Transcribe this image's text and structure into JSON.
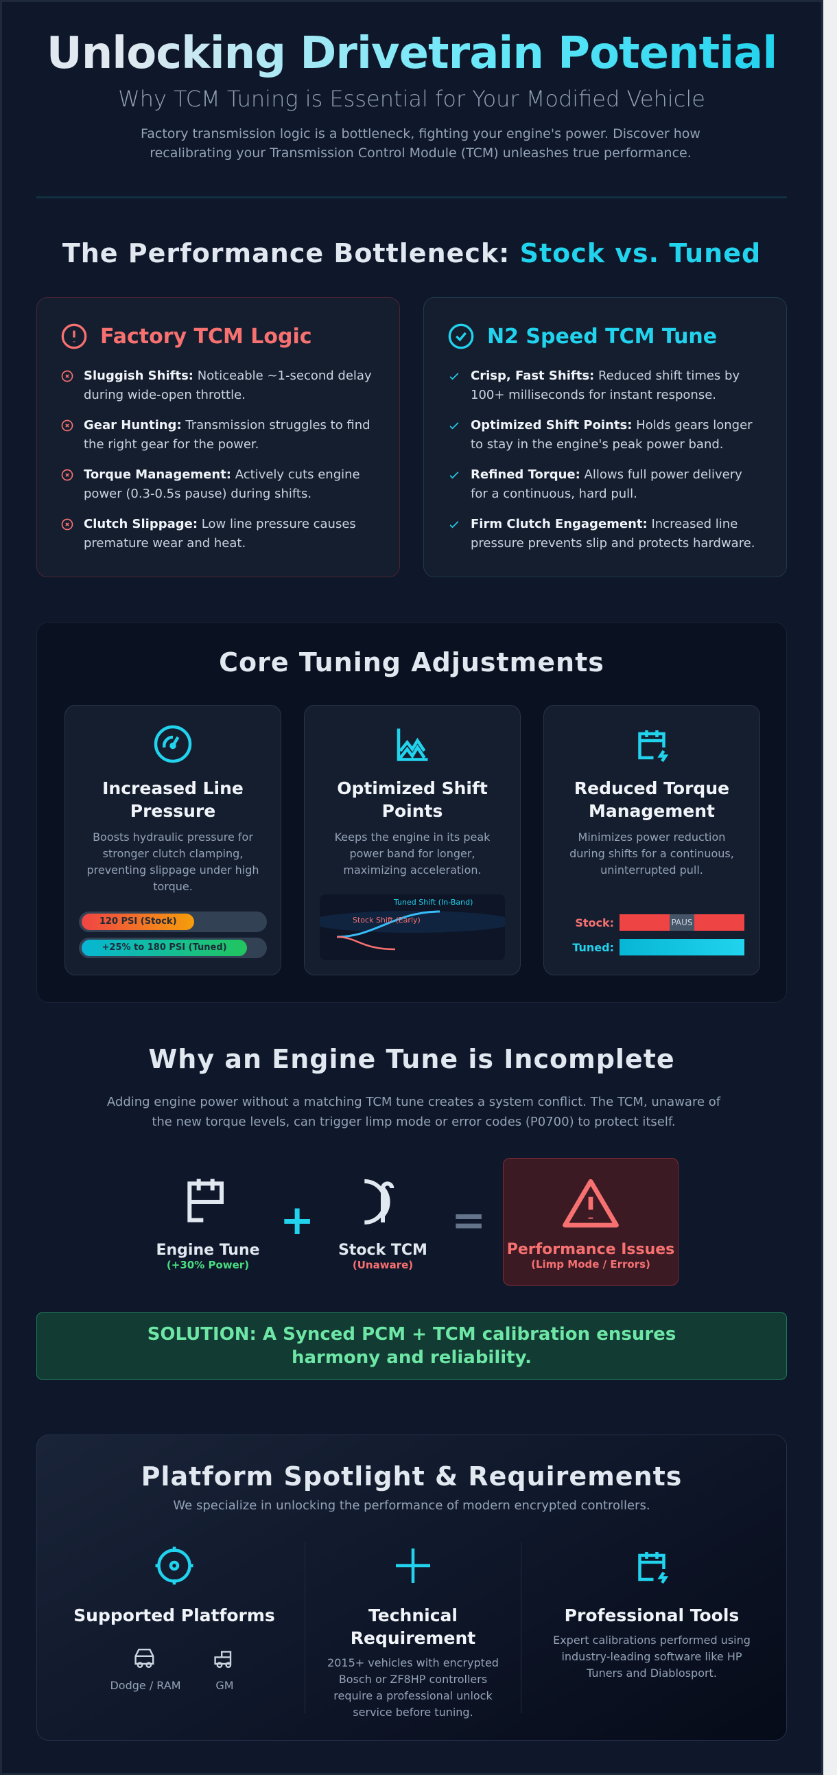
{
  "header": {
    "title": "Unlocking Drivetrain Potential",
    "subtitle": "Why TCM Tuning is Essential for Your Modified Vehicle",
    "intro": "Factory transmission logic is a bottleneck, fighting your engine's power. Discover how recalibrating your Transmission Control Module (TCM) unleashes true performance."
  },
  "comparison": {
    "heading": "The Performance Bottleneck: ",
    "heading_accent": "Stock vs. Tuned",
    "stock": {
      "title": "Factory TCM Logic",
      "icon": "alert-circle-icon",
      "items": [
        {
          "label": "Sluggish Shifts:",
          "text": " Noticeable ~1-second delay during wide-open throttle."
        },
        {
          "label": "Gear Hunting:",
          "text": " Transmission struggles to find the right gear for the power."
        },
        {
          "label": "Torque Management:",
          "text": " Actively cuts engine power (0.3-0.5s pause) during shifts."
        },
        {
          "label": "Clutch Slippage:",
          "text": " Low line pressure causes premature wear and heat."
        }
      ]
    },
    "tuned": {
      "title": "N2 Speed TCM Tune",
      "icon": "check-circle-icon",
      "items": [
        {
          "label": "Crisp, Fast Shifts:",
          "text": " Reduced shift times by 100+ milliseconds for instant response."
        },
        {
          "label": "Optimized Shift Points:",
          "text": " Holds gears longer to stay in the engine's peak power band."
        },
        {
          "label": "Refined Torque:",
          "text": " Allows full power delivery for a continuous, hard pull."
        },
        {
          "label": "Firm Clutch Engagement:",
          "text": " Increased line pressure prevents slip and protects hardware."
        }
      ]
    }
  },
  "core": {
    "heading": "Core Tuning Adjustments",
    "cards": [
      {
        "title": "Increased Line Pressure",
        "icon": "gauge-icon",
        "text": "Boosts hydraulic pressure for stronger clutch clamping, preventing slippage under high torque.",
        "bar_stock": "120 PSI (Stock)",
        "bar_tuned": "+25% to 180 PSI (Tuned)",
        "stock_fill": 0.6,
        "tuned_fill": 0.88
      },
      {
        "title": "Optimized Shift Points",
        "icon": "chart-icon",
        "text": "Keeps the engine in its peak power band for longer, maximizing acceleration.",
        "tuned_label": "Tuned Shift (In-Band)",
        "stock_label": "Stock Shift (Early)"
      },
      {
        "title": "Reduced Torque Management",
        "icon": "calendar-bolt-icon",
        "text": "Minimizes power reduction during shifts for a continuous, uninterrupted pull.",
        "stock_label": "Stock:",
        "pause_label": "PAUS",
        "tuned_label": "Tuned:"
      }
    ]
  },
  "why": {
    "heading": "Why an Engine Tune is Incomplete",
    "text": "Adding engine power without a matching TCM tune creates a system conflict. The TCM, unaware of the new torque levels, can trigger limp mode or error codes (P0700) to protect itself.",
    "engine": {
      "label": "Engine Tune",
      "sub": "(+30% Power)"
    },
    "plus": "+",
    "tcm": {
      "label": "Stock TCM",
      "sub": "(Unaware)"
    },
    "equals": "=",
    "result": {
      "label": "Performance Issues",
      "sub": "(Limp Mode / Errors)"
    },
    "solution": "SOLUTION: A Synced PCM + TCM calibration ensures harmony and reliability."
  },
  "platform": {
    "heading": "Platform Spotlight & Requirements",
    "sub": "We specialize in unlocking the performance of modern encrypted controllers.",
    "cols": [
      {
        "title": "Supported Platforms",
        "icon": "target-icon",
        "makes": [
          "Dodge / RAM",
          "GM"
        ]
      },
      {
        "title": "Technical Requirement",
        "icon": "crosshair-icon",
        "text": "2015+ vehicles with encrypted Bosch or ZF8HP controllers require a professional unlock service before tuning."
      },
      {
        "title": "Professional Tools",
        "icon": "calendar-bolt-icon",
        "text": "Expert calibrations performed using industry-leading software like HP Tuners and Diablosport."
      }
    ]
  },
  "colors": {
    "bg": "#0f172a",
    "accent": "#22d3ee",
    "danger": "#f87171",
    "success": "#6ee7a6"
  }
}
